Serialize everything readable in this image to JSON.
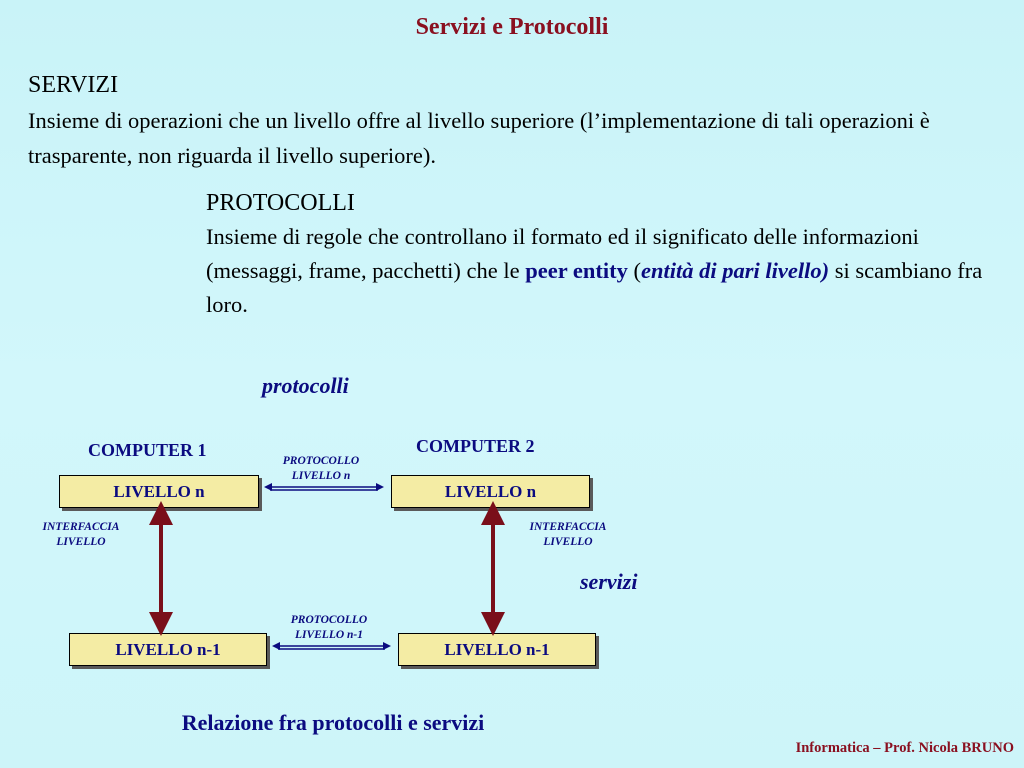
{
  "title": "Servizi e Protocolli",
  "servizi": {
    "heading": "SERVIZI",
    "text": "Insieme di operazioni che un livello offre al livello superiore (l’implementazione di tali operazioni è trasparente, non riguarda il livello superiore)."
  },
  "protocolli": {
    "heading": "PROTOCOLLI",
    "text_start": "Insieme di regole che controllano il formato ed il significato delle informazioni (messaggi, frame, pacchetti) che le ",
    "peer_entity": "peer entity",
    "paren_open": " (",
    "entita": "entità di pari livello)",
    "text_end": " si scambiano fra loro."
  },
  "diagram": {
    "label_protocolli": "protocolli",
    "label_servizi": "servizi",
    "computer1": "COMPUTER 1",
    "computer2": "COMPUTER 2",
    "box_top_left": "LIVELLO n",
    "box_top_right": "LIVELLO n",
    "box_bottom_left": "LIVELLO n-1",
    "box_bottom_right": "LIVELLO n-1",
    "protocol_top_line1": "PROTOCOLLO",
    "protocol_top_line2": "LIVELLO n",
    "protocol_bottom_line1": "PROTOCOLLO",
    "protocol_bottom_line2": "LIVELLO n-1",
    "interface_left_line1": "INTERFACCIA",
    "interface_left_line2": "LIVELLO",
    "interface_right_line1": "INTERFACCIA",
    "interface_right_line2": "LIVELLO"
  },
  "caption": "Relazione fra protocolli e servizi",
  "footer": "Informatica – Prof. Nicola BRUNO",
  "colors": {
    "title": "#8a1020",
    "text_blue": "#0b0b80",
    "box_fill": "#f4eca4",
    "arrow_red": "#7a0f1a"
  }
}
